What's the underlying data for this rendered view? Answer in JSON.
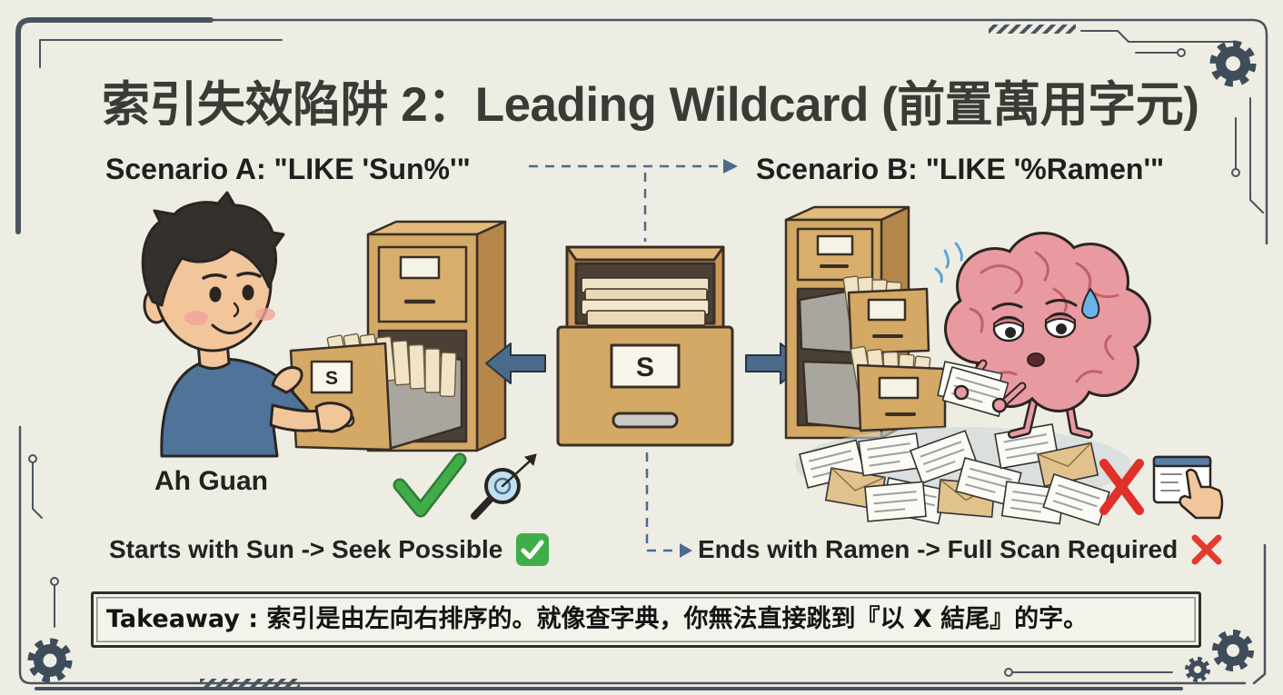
{
  "title": "索引失效陷阱 2：Leading Wildcard (前置萬用字元)",
  "scenario_a": {
    "label": "Scenario A: \"LIKE 'Sun%'\"",
    "character_name": "Ah Guan",
    "drawer_label": "S",
    "result": "Starts with Sun -> Seek Possible",
    "result_icon": "green-check-box-icon",
    "status_icons": [
      "green-checkmark-icon",
      "magnifier-target-icon"
    ]
  },
  "center": {
    "drawer_label": "S"
  },
  "scenario_b": {
    "label": "Scenario B: \"LIKE '%Ramen'\"",
    "result": "Ends with Ramen -> Full Scan Required",
    "result_icon": "red-cross-icon",
    "status_icons": [
      "red-x-icon",
      "hand-clicking-screen-icon"
    ]
  },
  "takeaway": "Takeaway : 索引是由左向右排序的。就像查字典，你無法直接跳到『以 X 結尾』的字。",
  "decorations": {
    "corner_icons": [
      "gear-icon",
      "gear-icon",
      "gear-icon",
      "gear-icon"
    ],
    "arrows": [
      "left-arrow-icon",
      "right-arrow-icon",
      "dashed-connector-arrow"
    ]
  },
  "colors": {
    "background": "#eeede3",
    "frame": "#4a5460",
    "cabinet": "#d4a865",
    "shirt": "#4f7399",
    "brain": "#e99aa0",
    "arrow": "#4a6b8a",
    "success": "#3aa64a",
    "failure": "#e0302a"
  }
}
